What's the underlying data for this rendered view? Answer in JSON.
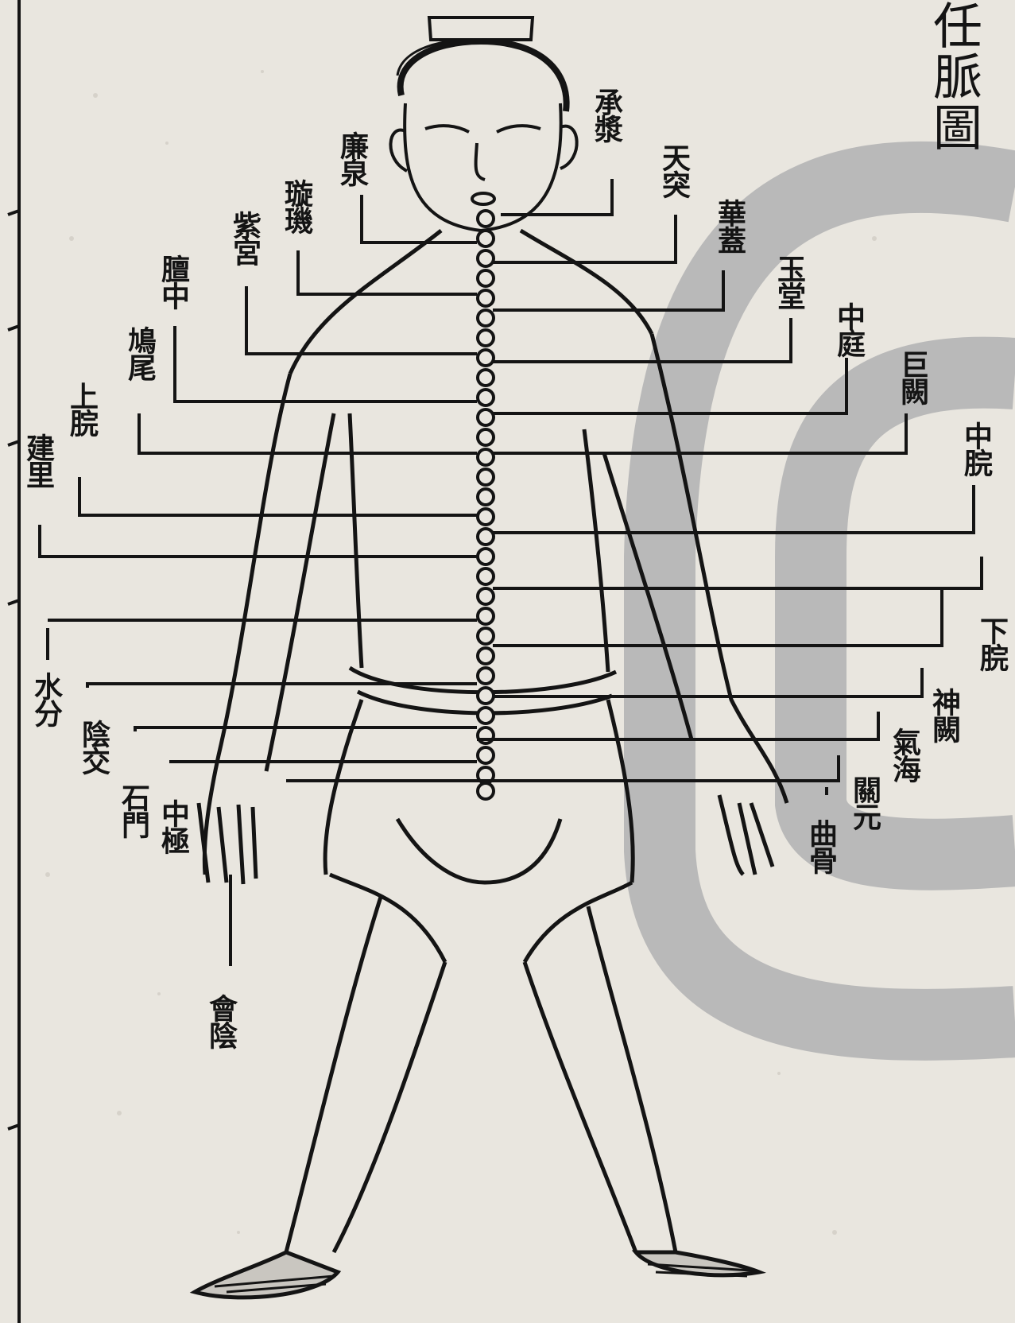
{
  "title": "任脈圖",
  "acupoints": {
    "chengjiang": "承漿",
    "lianquan": "廉泉",
    "tiantu": "天突",
    "xuanji": "璇璣",
    "huagai": "華蓋",
    "zigong": "紫宮",
    "yutang": "玉堂",
    "shanzhong": "膻中",
    "zhongting": "中庭",
    "jiuwei": "鳩尾",
    "juque": "巨闕",
    "shangwan": "上脘",
    "zhongwan": "中脘",
    "jianli": "建里",
    "xiawan": "下脘",
    "shuifen": "水分",
    "shenque": "神闕",
    "yinjiao": "陰交",
    "qihai": "氣海",
    "shimen": "石門",
    "guanyuan": "關元",
    "zhongji": "中極",
    "qugu": "曲骨",
    "huiyin": "會陰"
  },
  "colors": {
    "ink": "#141414",
    "paper": "#e9e6df",
    "watermark": "#b9b9b9"
  }
}
